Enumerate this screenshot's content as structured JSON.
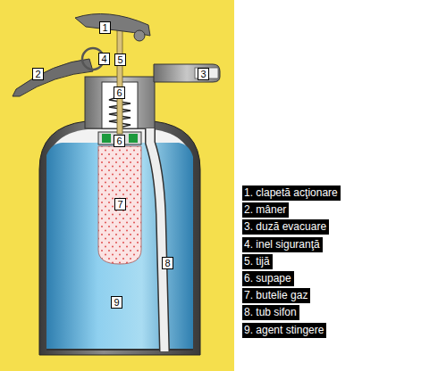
{
  "diagram": {
    "labels": [
      "1",
      "2",
      "3",
      "4",
      "5",
      "6",
      "6",
      "7",
      "8",
      "9",
      "1. clapetă acţionare",
      "2. mâner",
      "3. duză evacuare",
      "4. inel siguranţă",
      "5. tijă",
      "6. supape",
      "7. butelie gaz",
      "8. tub sifon",
      "9. agent stingere"
    ]
  }
}
